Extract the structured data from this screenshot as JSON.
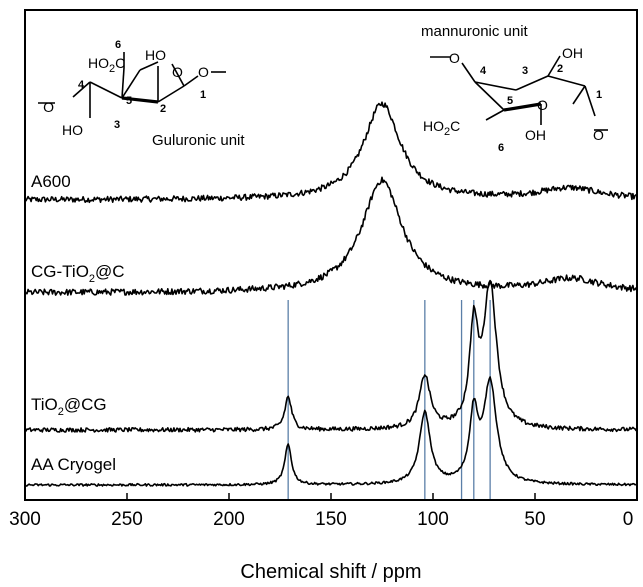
{
  "chart_data": {
    "type": "line",
    "title": "",
    "xlabel": "Chemical shift / ppm",
    "ylabel": "",
    "xlim": [
      300,
      0
    ],
    "x_reversed": true,
    "xticks": [
      300,
      250,
      200,
      150,
      100,
      50,
      0
    ],
    "y_axis_shown": false,
    "grid": false,
    "reference_lines_ppm": [
      171,
      104,
      86,
      80,
      72
    ],
    "reference_line_color": "#5b7fa8",
    "series": [
      {
        "name": "A600",
        "baseline": 0,
        "noise": 0.06,
        "peaks": [
          {
            "x": 125,
            "height": 1.55,
            "width": 11
          },
          {
            "x": 33,
            "height": 0.18,
            "width": 18
          }
        ]
      },
      {
        "name": "CG-TiO2@C",
        "baseline": 0,
        "noise": 0.06,
        "peaks": [
          {
            "x": 125,
            "height": 1.7,
            "width": 12
          },
          {
            "x": 32,
            "height": 0.2,
            "width": 18
          }
        ]
      },
      {
        "name": "TiO2@CG",
        "baseline": 0,
        "noise": 0.04,
        "peaks": [
          {
            "x": 171,
            "height": 0.5,
            "width": 2.0
          },
          {
            "x": 104,
            "height": 0.8,
            "width": 3.2
          },
          {
            "x": 80,
            "height": 1.45,
            "width": 2.5
          },
          {
            "x": 72,
            "height": 2.15,
            "width": 3.8
          }
        ]
      },
      {
        "name": "AA Cryogel",
        "baseline": 0,
        "noise": 0.02,
        "peaks": [
          {
            "x": 171,
            "height": 0.55,
            "width": 2.0
          },
          {
            "x": 104,
            "height": 0.98,
            "width": 3.2
          },
          {
            "x": 80,
            "height": 0.92,
            "width": 2.5
          },
          {
            "x": 72,
            "height": 1.38,
            "width": 3.8
          }
        ]
      }
    ]
  },
  "labels": {
    "a600": "A600",
    "cg_prefix": "CG-TiO",
    "cg_sub": "2",
    "cg_suffix": "@C",
    "tcg_prefix": "TiO",
    "tcg_sub": "2",
    "tcg_suffix": "@CG",
    "aa": "AA Cryogel"
  },
  "structures": {
    "guluronic": {
      "name": "Guluronic unit",
      "ho2c": "HO",
      "ho2c_sub": "2",
      "ho2c_c": "C",
      "ho_top": "HO",
      "ho_bottom": "HO",
      "ring_o": "O",
      "chain_o_left": "O",
      "chain_o_right": "O",
      "atoms": [
        "1",
        "2",
        "3",
        "4",
        "5",
        "6"
      ]
    },
    "mannuronic": {
      "name": "mannuronic unit",
      "oh_top": "OH",
      "oh_bottom": "OH",
      "ho2c": "HO",
      "ho2c_sub": "2",
      "ho2c_c": "C",
      "ring_o": "O",
      "chain_o_left": "O",
      "chain_o_right": "O",
      "atoms": [
        "1",
        "2",
        "3",
        "4",
        "5",
        "6"
      ]
    }
  }
}
